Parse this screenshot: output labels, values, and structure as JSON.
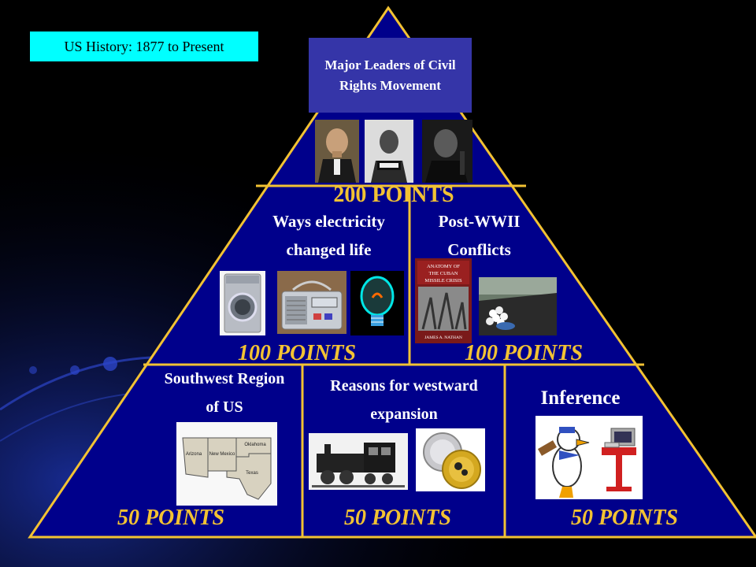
{
  "course_label": "US History: 1877 to Present",
  "top_category": {
    "title": "Major Leaders of Civil Rights Movement",
    "points": "200 POINTS"
  },
  "middle_row": [
    {
      "title": "Ways electricity changed life",
      "points": "100 POINTS"
    },
    {
      "title": "Post-WWII Conflicts",
      "points": "100 POINTS"
    }
  ],
  "bottom_row": [
    {
      "title": "Southwest Region of US",
      "points": "50 POINTS"
    },
    {
      "title": "Reasons for westward expansion",
      "points": "50 POINTS"
    },
    {
      "title": "Inference",
      "points": "50 POINTS"
    }
  ],
  "image_labels": {
    "book_title": "ANATOMY OF THE CUBAN MISSILE CRISIS",
    "book_author": "JAMES A. NATHAN",
    "map_states": [
      "Arizona",
      "New Mexico",
      "Oklahoma",
      "Texas"
    ]
  },
  "colors": {
    "pyramid_fill": "#00008b",
    "gold": "#f2c233",
    "label_bg": "#00ffff",
    "title_box": "#3535a8"
  }
}
